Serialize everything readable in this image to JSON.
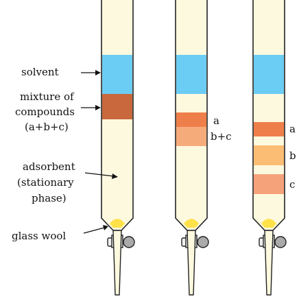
{
  "labels": {
    "solvent": "solvent",
    "mixture_line1": "mixture of",
    "mixture_line2": "compounds",
    "mixture_line3": "(a+b+c)",
    "adsorbent_line1": "adsorbent",
    "adsorbent_line2": "(stationary",
    "adsorbent_line3": "phase)",
    "glass_wool": "glass wool"
  },
  "band_labels": {
    "col2_a": "a",
    "col2_bc": "b+c",
    "col3_a": "a",
    "col3_b": "b",
    "col3_c": "c"
  },
  "colors": {
    "column_fill": "#fdf9df",
    "solvent": "#6ccdf4",
    "mixture": "#c8683c",
    "band_a": "#ef7f4a",
    "band_bc": "#f6ab7b",
    "band_b": "#fbbd74",
    "band_c": "#f5a27a",
    "glass_wool": "#ffe14a",
    "outline": "#222222",
    "stopcock_knob": "#aaaaaa"
  }
}
